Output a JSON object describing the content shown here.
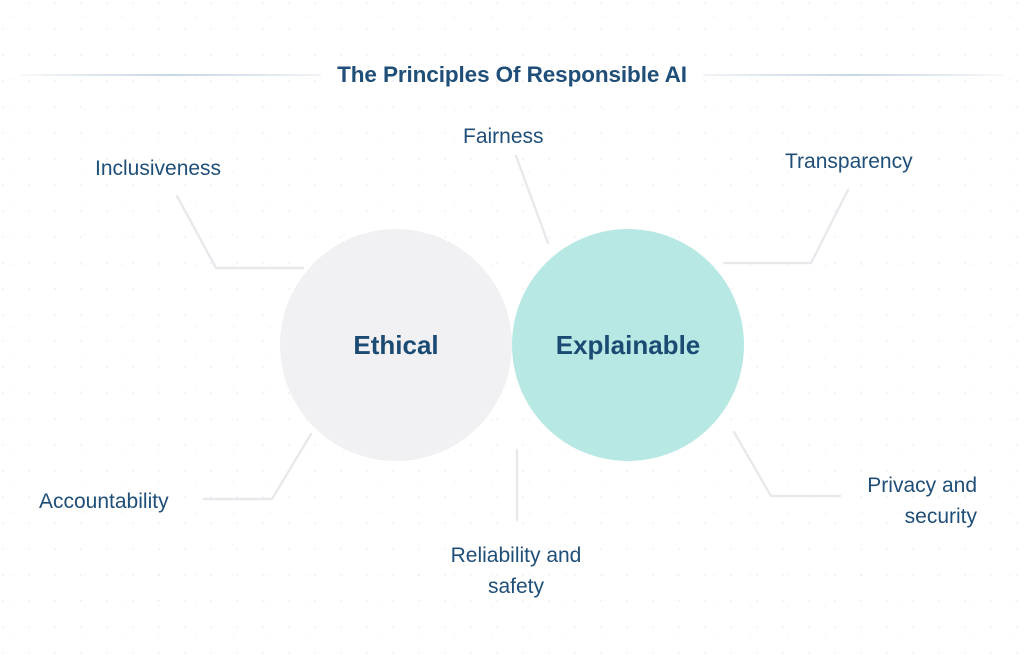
{
  "header": {
    "title": "The Principles Of Responsible AI",
    "rule_left": "decorative-rule",
    "rule_right": "decorative-rule"
  },
  "venn": {
    "left_circle": {
      "label": "Ethical",
      "color": "#f1f1f3"
    },
    "right_circle": {
      "label": "Explainable",
      "color": "#b8e8e3"
    },
    "overlap_color": "#97dcd6"
  },
  "principles": [
    {
      "label": "Inclusiveness",
      "position": "top-left"
    },
    {
      "label": "Fairness",
      "position": "top-center"
    },
    {
      "label": "Transparency",
      "position": "top-right"
    },
    {
      "label": "Accountability",
      "position": "bottom-left"
    },
    {
      "label": "Reliability and\nsafety",
      "position": "bottom-center"
    },
    {
      "label": "Privacy and\nsecurity",
      "position": "bottom-right"
    }
  ],
  "colors": {
    "text_primary": "#1f4e79",
    "venn_text": "#1b4a73",
    "connector": "#e8e9ec",
    "rule": "#c5d3e4",
    "background": "#ffffff"
  }
}
